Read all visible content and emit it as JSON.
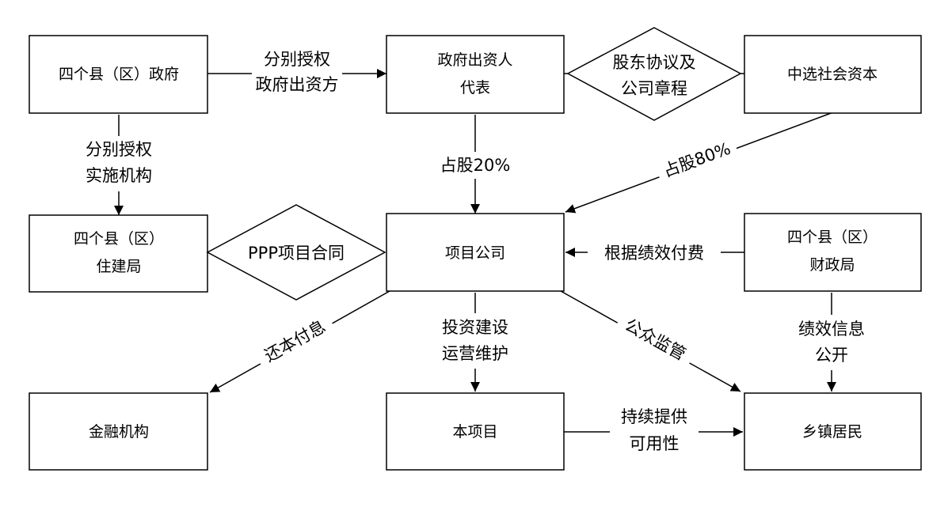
{
  "nodes": {
    "county_gov": "四个县（区）政府",
    "gov_investor": [
      "政府出资人",
      "代表"
    ],
    "social_capital": "中选社会资本",
    "housing_bureau": [
      "四个县（区）",
      "住建局"
    ],
    "project_company": "项目公司",
    "finance_bureau": [
      "四个县（区）",
      "财政局"
    ],
    "financial_institution": "金融机构",
    "this_project": "本项目",
    "town_residents": "乡镇居民"
  },
  "decisions": {
    "shareholder_agreement": [
      "股东协议及",
      "公司章程"
    ],
    "ppp_contract": "PPP项目合同"
  },
  "edges": {
    "authorize_investor": [
      "分别授权",
      "政府出资方"
    ],
    "authorize_implementer": [
      "分别授权",
      "实施机构"
    ],
    "share_20": "占股20%",
    "share_80": "占股80%",
    "pay_by_performance": "根据绩效付费",
    "repay_interest": "还本付息",
    "build_operate": [
      "投资建设",
      "运营维护"
    ],
    "public_supervision": "公众监管",
    "performance_disclosure": [
      "绩效信息",
      "公开"
    ],
    "continuous_availability": [
      "持续提供",
      "可用性"
    ]
  }
}
